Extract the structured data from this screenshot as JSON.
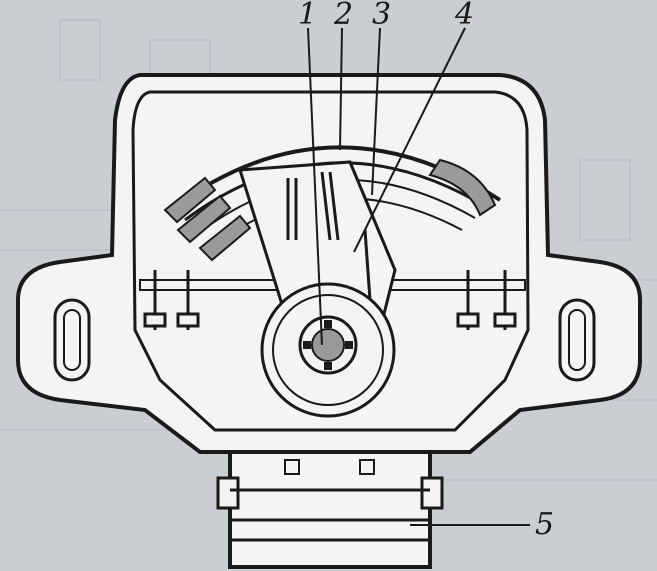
{
  "diagram": {
    "callouts": [
      {
        "id": "1",
        "label": "1"
      },
      {
        "id": "2",
        "label": "2"
      },
      {
        "id": "3",
        "label": "3"
      },
      {
        "id": "4",
        "label": "4"
      },
      {
        "id": "5",
        "label": "5"
      }
    ],
    "colors": {
      "paper": "#c9ced2",
      "ink": "#1a1a1a",
      "body_fill": "#f4f4f2",
      "shade": "#9a9a9a"
    }
  }
}
